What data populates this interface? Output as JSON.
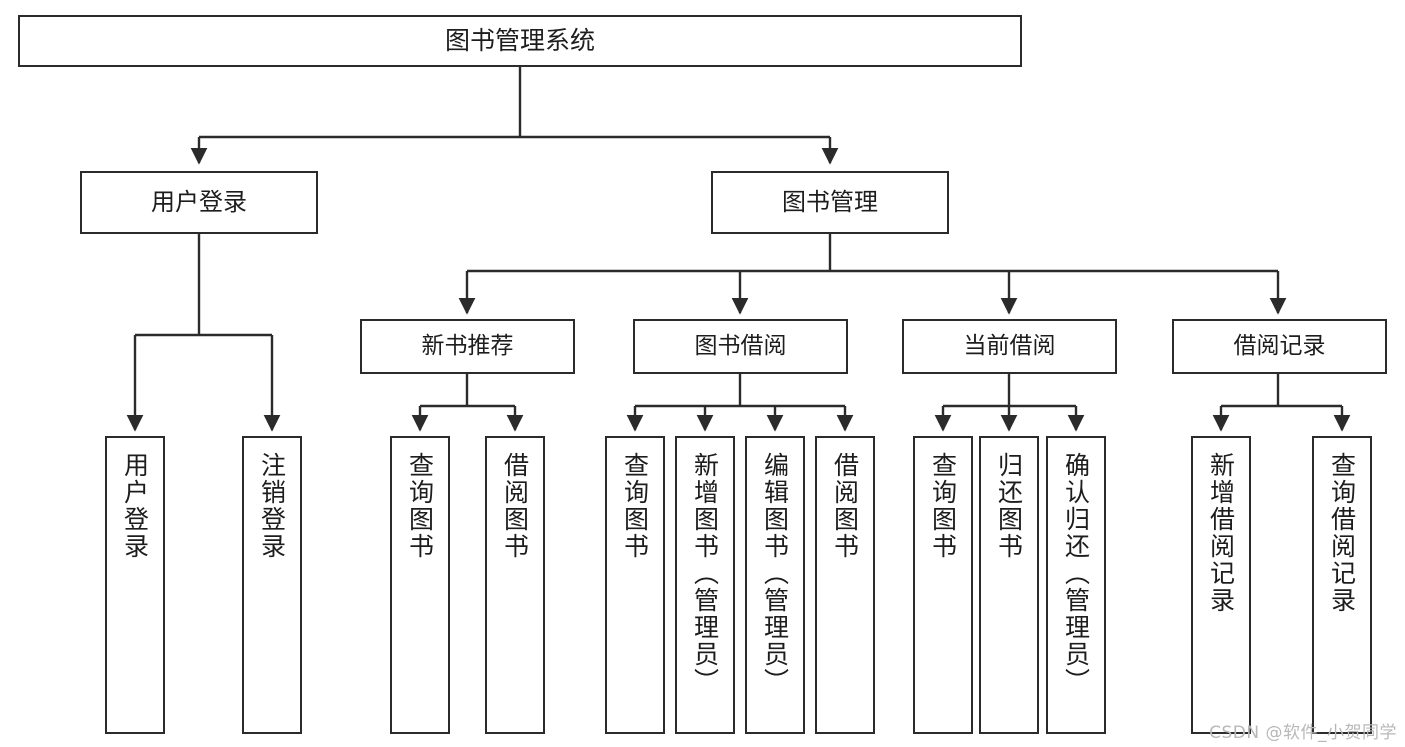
{
  "diagram": {
    "title": "图书管理系统",
    "type": "tree-hierarchy-diagram",
    "watermark": "CSDN @软件_小贺同学",
    "colors": {
      "stroke": "#2b2b2b",
      "text": "#1d1d1d",
      "background": "#ffffff",
      "watermark": "#b8b8b8"
    },
    "root": {
      "label": "图书管理系统"
    },
    "level1": [
      {
        "label": "用户登录"
      },
      {
        "label": "图书管理"
      }
    ],
    "level2": [
      {
        "label": "新书推荐"
      },
      {
        "label": "图书借阅"
      },
      {
        "label": "当前借阅"
      },
      {
        "label": "借阅记录"
      }
    ],
    "leaves": {
      "user_login": [
        {
          "label": "用户登录"
        },
        {
          "label": "注销登录"
        }
      ],
      "new_book_recommend": [
        {
          "label": "查询图书"
        },
        {
          "label": "借阅图书"
        }
      ],
      "book_borrow": [
        {
          "label": "查询图书"
        },
        {
          "label": "新增图书（管理员）"
        },
        {
          "label": "编辑图书（管理员）"
        },
        {
          "label": "借阅图书"
        }
      ],
      "current_borrow": [
        {
          "label": "查询图书"
        },
        {
          "label": "归还图书"
        },
        {
          "label": "确认归还（管理员）"
        }
      ],
      "borrow_records": [
        {
          "label": "新增借阅记录"
        },
        {
          "label": "查询借阅记录"
        }
      ]
    }
  }
}
